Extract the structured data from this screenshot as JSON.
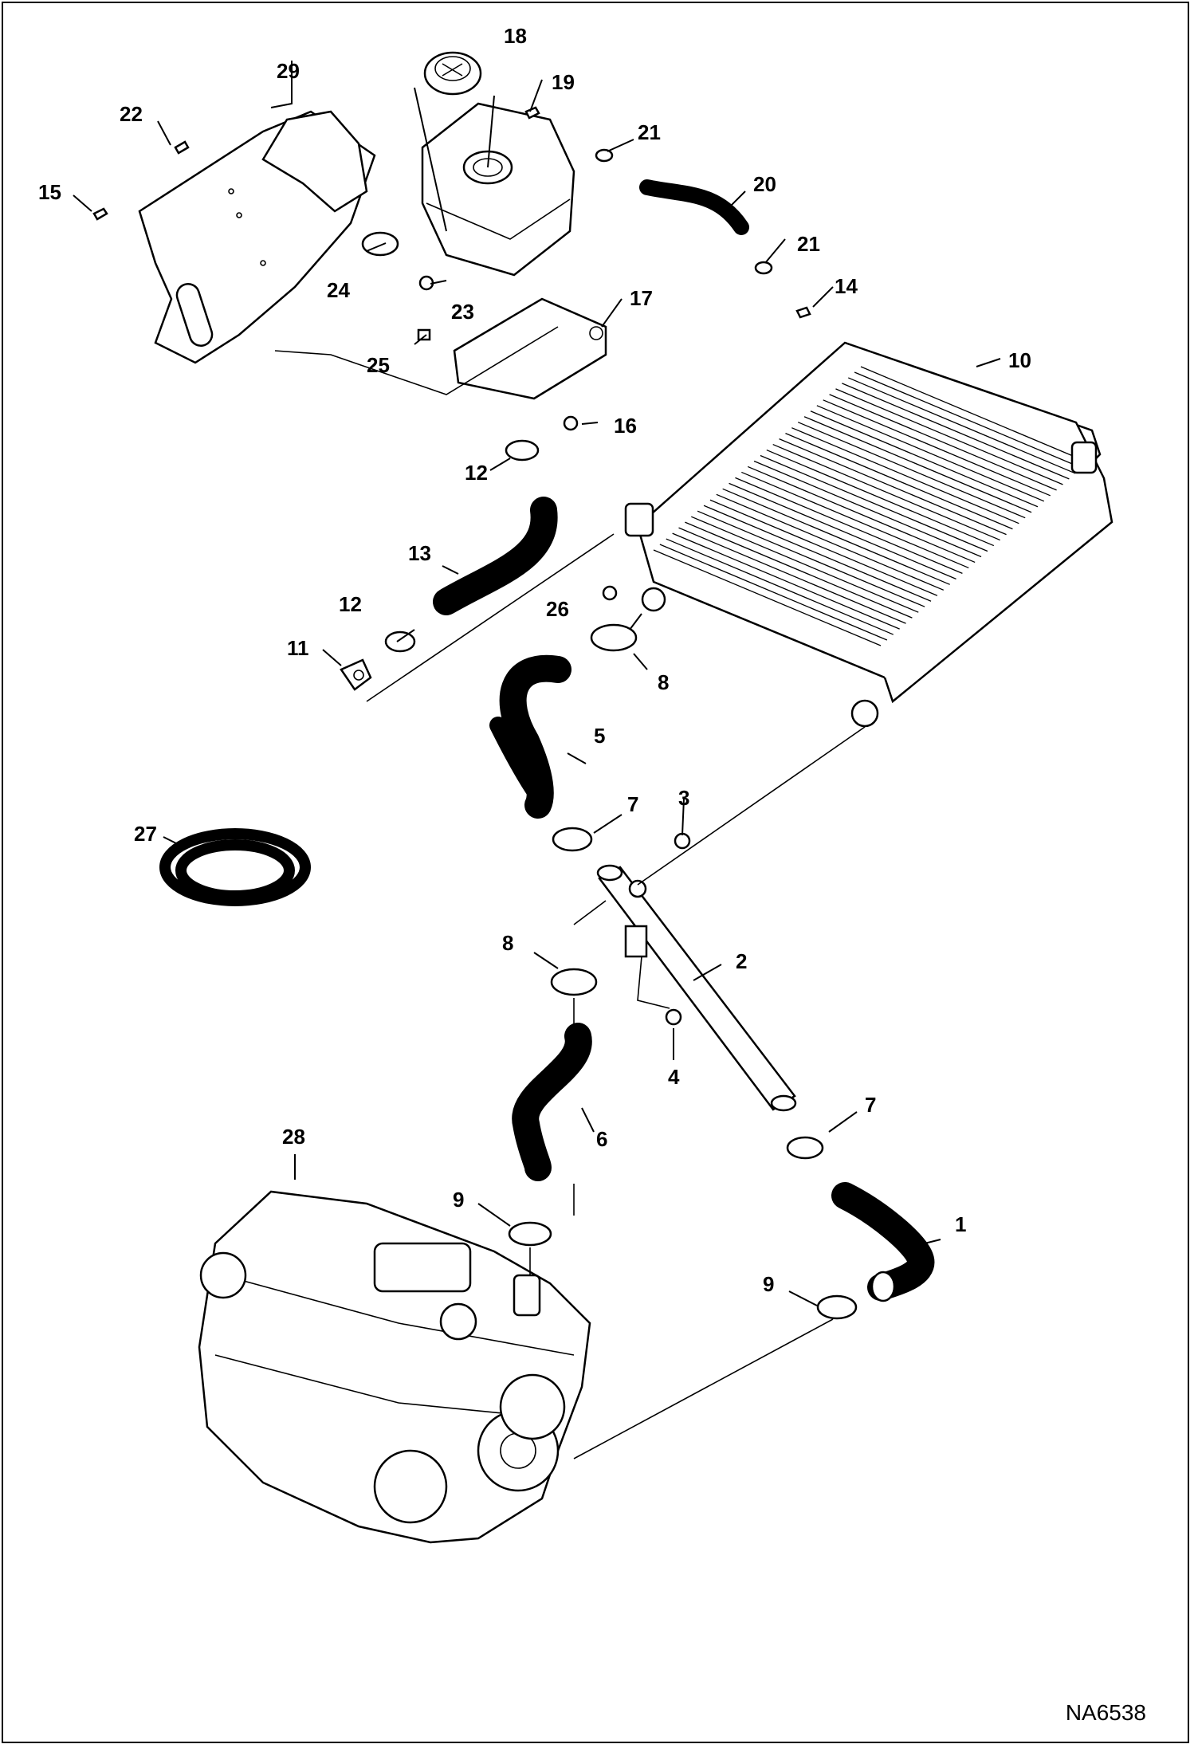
{
  "drawing": {
    "id": "NA6538",
    "colors": {
      "line": "#000000",
      "background": "#ffffff"
    }
  },
  "callouts": [
    {
      "id": "c1",
      "text": "1"
    },
    {
      "id": "c2",
      "text": "2"
    },
    {
      "id": "c3",
      "text": "3"
    },
    {
      "id": "c4",
      "text": "4"
    },
    {
      "id": "c5",
      "text": "5"
    },
    {
      "id": "c6",
      "text": "6"
    },
    {
      "id": "c7a",
      "text": "7"
    },
    {
      "id": "c7b",
      "text": "7"
    },
    {
      "id": "c8a",
      "text": "8"
    },
    {
      "id": "c8b",
      "text": "8"
    },
    {
      "id": "c9a",
      "text": "9"
    },
    {
      "id": "c9b",
      "text": "9"
    },
    {
      "id": "c10",
      "text": "10"
    },
    {
      "id": "c11",
      "text": "11"
    },
    {
      "id": "c12a",
      "text": "12"
    },
    {
      "id": "c12b",
      "text": "12"
    },
    {
      "id": "c13",
      "text": "13"
    },
    {
      "id": "c14",
      "text": "14"
    },
    {
      "id": "c15",
      "text": "15"
    },
    {
      "id": "c16",
      "text": "16"
    },
    {
      "id": "c17",
      "text": "17"
    },
    {
      "id": "c18",
      "text": "18"
    },
    {
      "id": "c19",
      "text": "19"
    },
    {
      "id": "c20",
      "text": "20"
    },
    {
      "id": "c21a",
      "text": "21"
    },
    {
      "id": "c21b",
      "text": "21"
    },
    {
      "id": "c22",
      "text": "22"
    },
    {
      "id": "c23",
      "text": "23"
    },
    {
      "id": "c24",
      "text": "24"
    },
    {
      "id": "c25",
      "text": "25"
    },
    {
      "id": "c26",
      "text": "26"
    },
    {
      "id": "c27",
      "text": "27"
    },
    {
      "id": "c28",
      "text": "28"
    },
    {
      "id": "c29",
      "text": "29"
    }
  ]
}
